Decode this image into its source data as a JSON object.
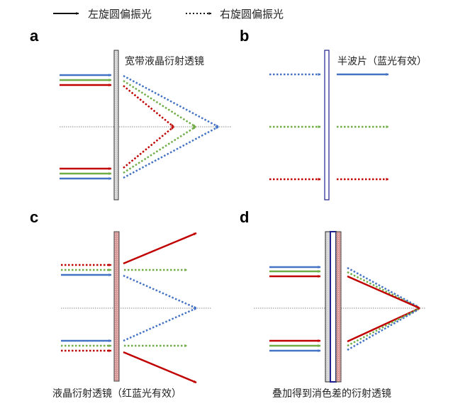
{
  "legend": {
    "solid_label": "左旋圆偏振光",
    "dotted_label": "右旋圆偏振光"
  },
  "colors": {
    "blue": "#4472c4",
    "green": "#70ad47",
    "red": "#c00000",
    "axis": "#888888",
    "lens_gray": "#d9d9d9",
    "waveplate_blue": "#1f1f8f",
    "lc_pink": "#d99a9a"
  },
  "panels": {
    "a": {
      "label": "a",
      "caption": "宽带液晶衍射透镜"
    },
    "b": {
      "label": "b",
      "caption": "半波片（蓝光有效）"
    },
    "c": {
      "label": "c",
      "caption": "液晶衍射透镜（红蓝光有效）"
    },
    "d": {
      "label": "d",
      "caption": "叠加得到消色差的衍射透镜"
    }
  }
}
